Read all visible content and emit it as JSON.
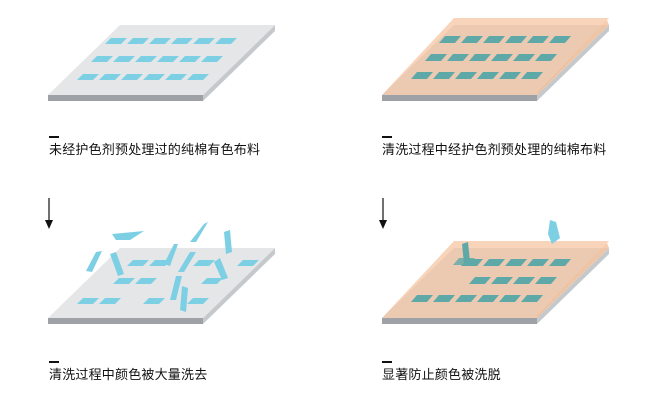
{
  "panels": [
    {
      "caption": "未经护色剂预处理过的纯棉有色布料"
    },
    {
      "caption": "清洗过程中经护色剂预处理的纯棉布料"
    },
    {
      "caption": "清洗过程中颜色被大量洗去"
    },
    {
      "caption": "显著防止颜色被洗脱"
    }
  ],
  "colors": {
    "fabric_top": "#e4e6e8",
    "fabric_side": "#c6c9cc",
    "fabric_front": "#9ea2a6",
    "dye_patch": "#7dcfe4",
    "protective_layer": "#f2b88c",
    "protected_patch": "#5fa8a8",
    "arrow": "#111111"
  }
}
